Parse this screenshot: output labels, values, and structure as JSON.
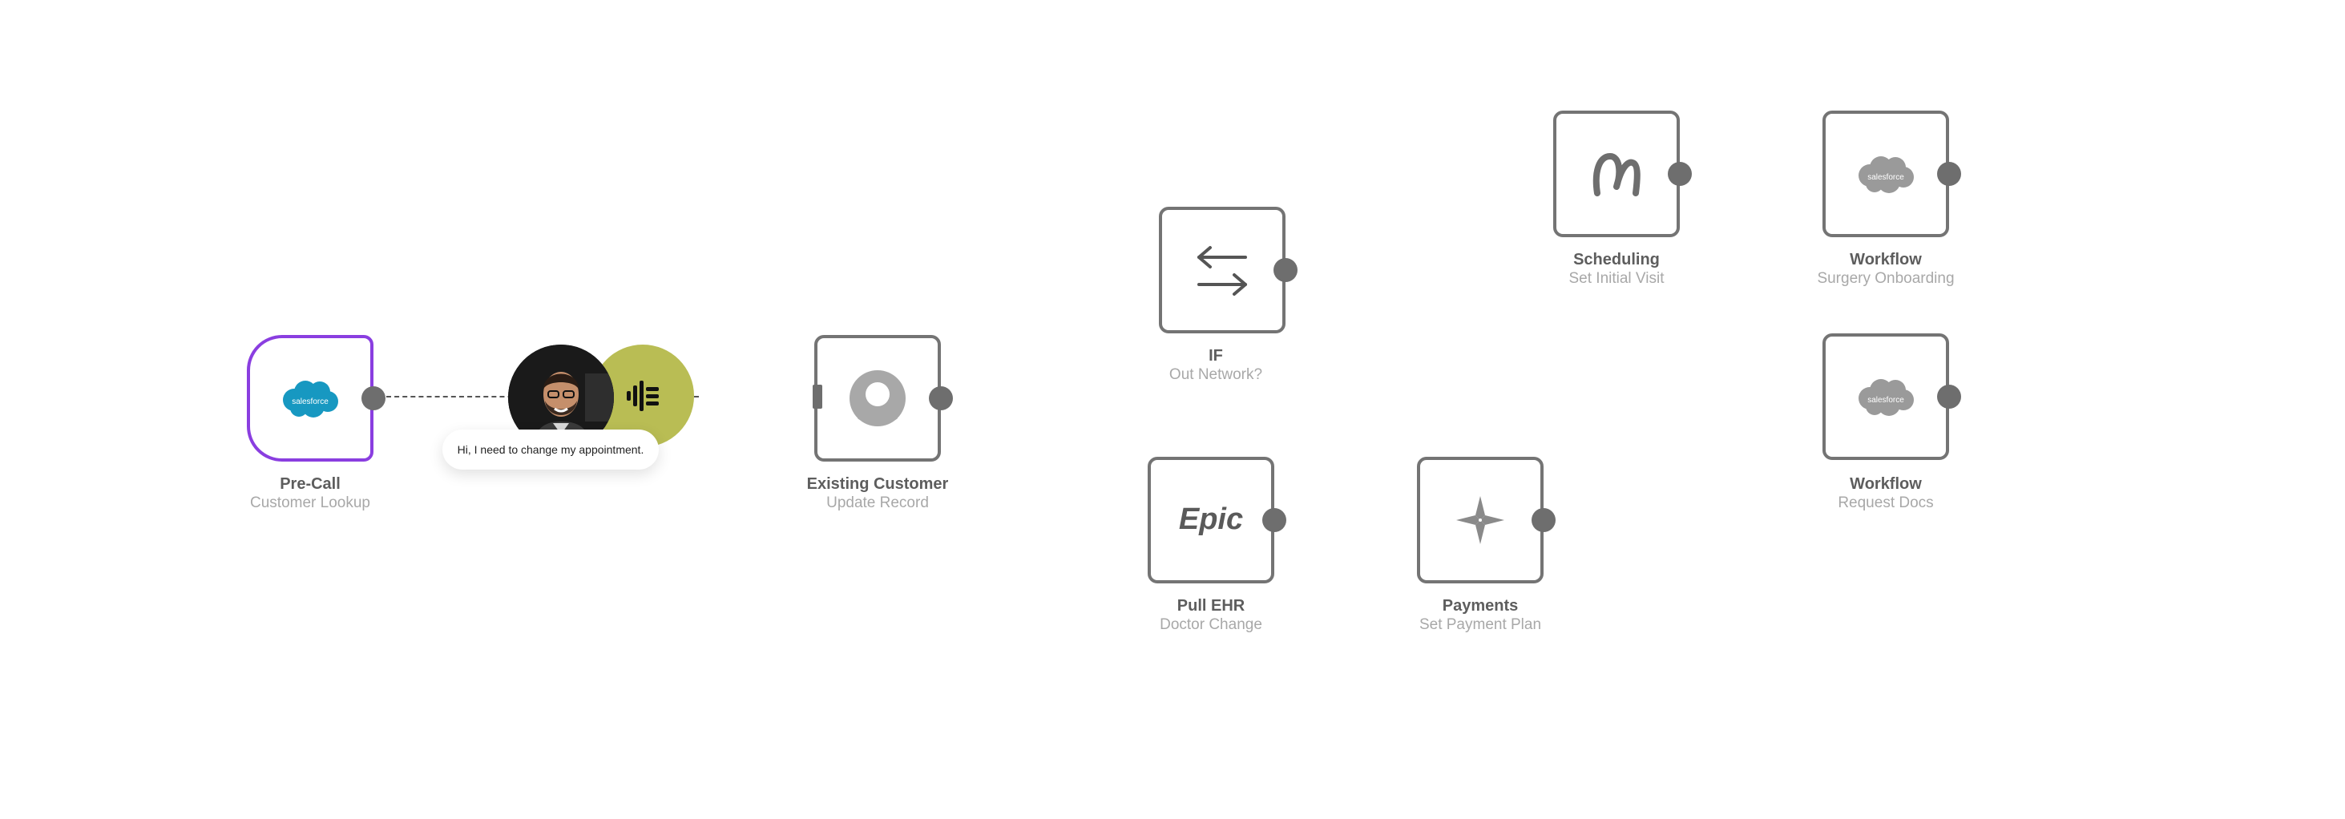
{
  "flow": {
    "nodes": [
      {
        "id": "pre-call",
        "title": "Pre-Call",
        "subtitle": "Customer Lookup",
        "icon": "salesforce-icon",
        "logo_text": "salesforce",
        "selected": true
      },
      {
        "id": "existing-customer",
        "title": "Existing Customer",
        "subtitle": "Update Record",
        "icon": "user-avatar-icon"
      },
      {
        "id": "if",
        "title": "IF",
        "subtitle": "Out Network?",
        "icon": "swap-arrows-icon"
      },
      {
        "id": "pull-ehr",
        "title": "Pull EHR",
        "subtitle": "Doctor Change",
        "icon": "epic-logo-icon",
        "logo_text": "Epic"
      },
      {
        "id": "payments",
        "title": "Payments",
        "subtitle": "Set Payment Plan",
        "icon": "compass-star-icon"
      },
      {
        "id": "scheduling",
        "title": "Scheduling",
        "subtitle": "Set Initial Visit",
        "icon": "scheduling-logo-icon"
      },
      {
        "id": "workflow-onboarding",
        "title": "Workflow",
        "subtitle": "Surgery Onboarding",
        "icon": "salesforce-icon",
        "logo_text": "salesforce"
      },
      {
        "id": "workflow-docs",
        "title": "Workflow",
        "subtitle": "Request Docs",
        "icon": "salesforce-icon",
        "logo_text": "salesforce"
      }
    ],
    "caller": {
      "message": "Hi, I need to change my appointment.",
      "photo_icon": "caller-avatar",
      "badge_icon": "voice-agent-icon"
    }
  },
  "colors": {
    "accent": "#8a3ee0",
    "node_border": "#747474",
    "port": "#6e6e6e",
    "salesforce_blue": "#1798c1",
    "muted_logo": "#9a9a9a",
    "agent_badge": "#b9bd54"
  }
}
